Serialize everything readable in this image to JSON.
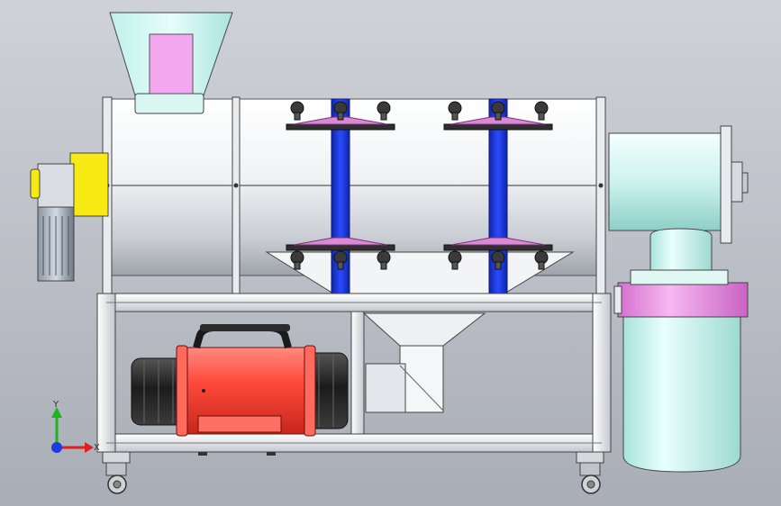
{
  "viewport": {
    "type": "cad-3d-view",
    "background": "#b9bcc4",
    "background_top": "#cfd2d8",
    "background_bottom": "#a9adb6"
  },
  "triad": {
    "x_label": "X",
    "y_label": "Y",
    "x_color": "#e11d1d",
    "y_color": "#1db41d",
    "z_color": "#1d3be1"
  },
  "colors": {
    "drum": "#eef0f3",
    "hopper_cyan": "#c9f2ef",
    "hopper_window": "#f2a7ef",
    "strap_blue": "#1733d6",
    "bracket_pink": "#d98ad4",
    "motor_yellow": "#f7ea12",
    "fan_red": "#ff4a3d",
    "frame": "#dfe3e8",
    "cyclone_cyan": "#cdf3ee",
    "cyclone_band": "#f08ee8"
  }
}
